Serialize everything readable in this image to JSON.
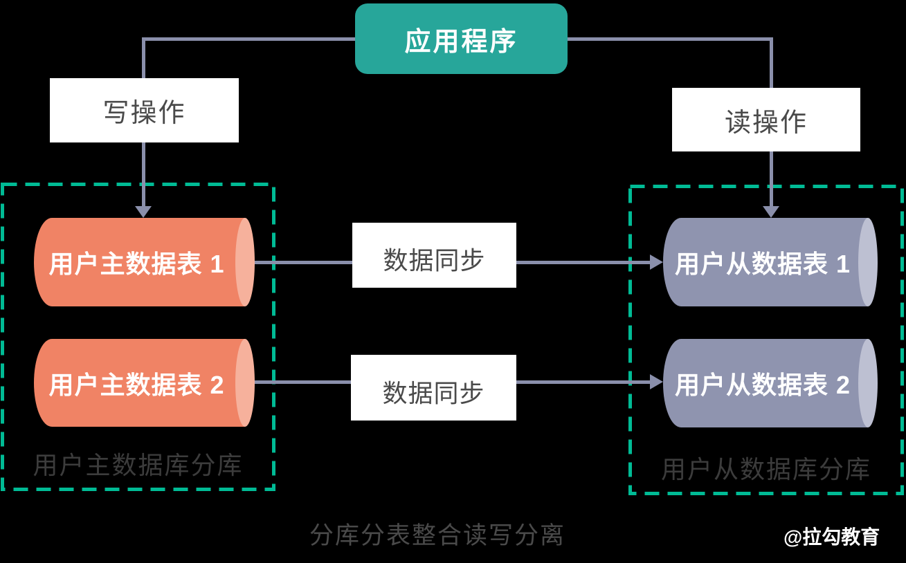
{
  "app_box": {
    "label": "应用程序"
  },
  "operations": {
    "write": "写操作",
    "read": "读操作"
  },
  "master_group": {
    "label": "用户主数据库分库",
    "tables": [
      "用户主数据表 1",
      "用户主数据表 2"
    ]
  },
  "slave_group": {
    "label": "用户从数据库分库",
    "tables": [
      "用户从数据表 1",
      "用户从数据表 2"
    ]
  },
  "sync_labels": [
    "数据同步",
    "数据同步"
  ],
  "caption": "分库分表整合读写分离",
  "watermark": "@拉勾教育",
  "colors": {
    "background": "#000000",
    "app_box": "#27a69a",
    "dashed_border": "#00bb95",
    "master_cylinder": "#f08365",
    "master_cylinder_cap": "#f6b19c",
    "slave_cylinder": "#8f94af",
    "slave_cylinder_cap": "#bdc0d2",
    "connector_line": "#8a8fab",
    "box_text": "#4a4a4a",
    "group_label_text": "#3c3c3c",
    "cylinder_text": "#ffffff"
  }
}
